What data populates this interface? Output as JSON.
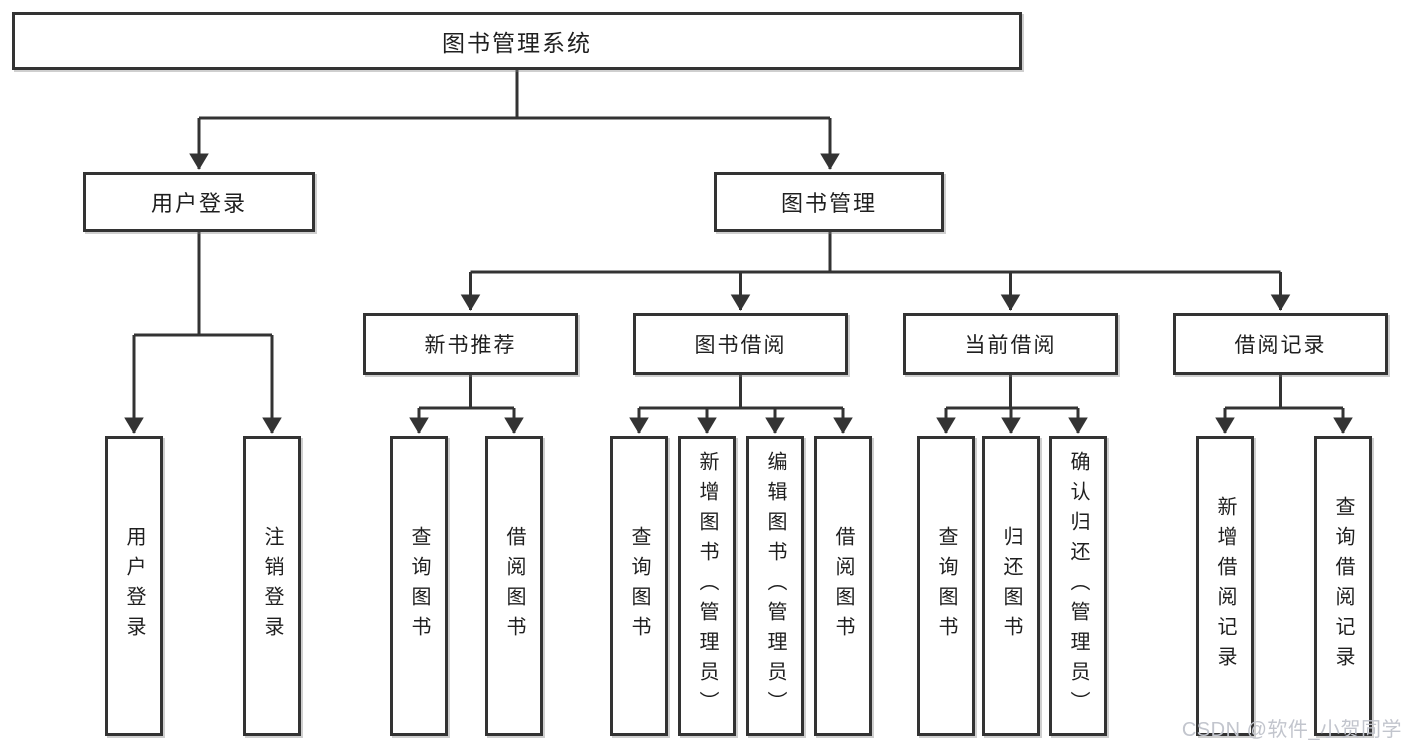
{
  "colors": {
    "line": "#333333",
    "box_bg": "#ffffff",
    "text": "#1f1f1f",
    "watermark": "#c2c5cd"
  },
  "tree": {
    "root": "图书管理系统",
    "branches": [
      {
        "label": "用户登录",
        "children": [
          "用户登录",
          "注销登录"
        ]
      },
      {
        "label": "图书管理",
        "sections": [
          {
            "label": "新书推荐",
            "children": [
              "查询图书",
              "借阅图书"
            ]
          },
          {
            "label": "图书借阅",
            "children": [
              "查询图书",
              "新增图书（管理员）",
              "编辑图书（管理员）",
              "借阅图书"
            ]
          },
          {
            "label": "当前借阅",
            "children": [
              "查询图书",
              "归还图书",
              "确认归还（管理员）"
            ]
          },
          {
            "label": "借阅记录",
            "children": [
              "新增借阅记录",
              "查询借阅记录"
            ]
          }
        ]
      }
    ]
  },
  "watermark": {
    "text": "CSDN @软件_小贺同学"
  }
}
